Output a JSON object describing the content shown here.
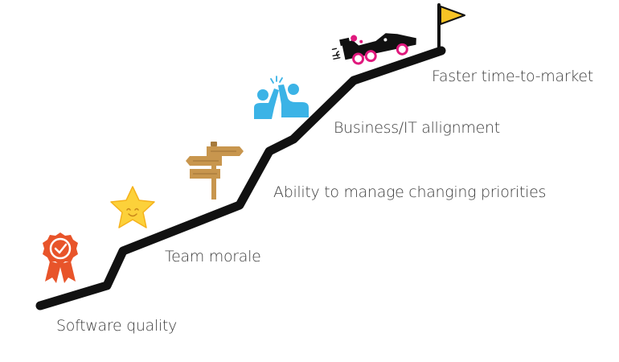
{
  "milestones": [
    {
      "label": "Software quality",
      "icon": "award-ribbon-icon"
    },
    {
      "label": "Team morale",
      "icon": "smiling-star-icon"
    },
    {
      "label": "Ability to manage changing priorities",
      "icon": "signpost-icon"
    },
    {
      "label": "Business/IT allignment",
      "icon": "high-five-icon"
    },
    {
      "label": "Faster time-to-market",
      "icon": "race-car-icon"
    }
  ],
  "goal_icon": "finish-flag-icon",
  "colors": {
    "path": "#111111",
    "award": "#e8542a",
    "star": "#fcd13a",
    "signpost": "#c8964e",
    "people": "#3bb3e6",
    "car_body": "#111111",
    "car_accent": "#e0197d",
    "flag": "#f7c325",
    "label_text": "#3d3d3d"
  }
}
